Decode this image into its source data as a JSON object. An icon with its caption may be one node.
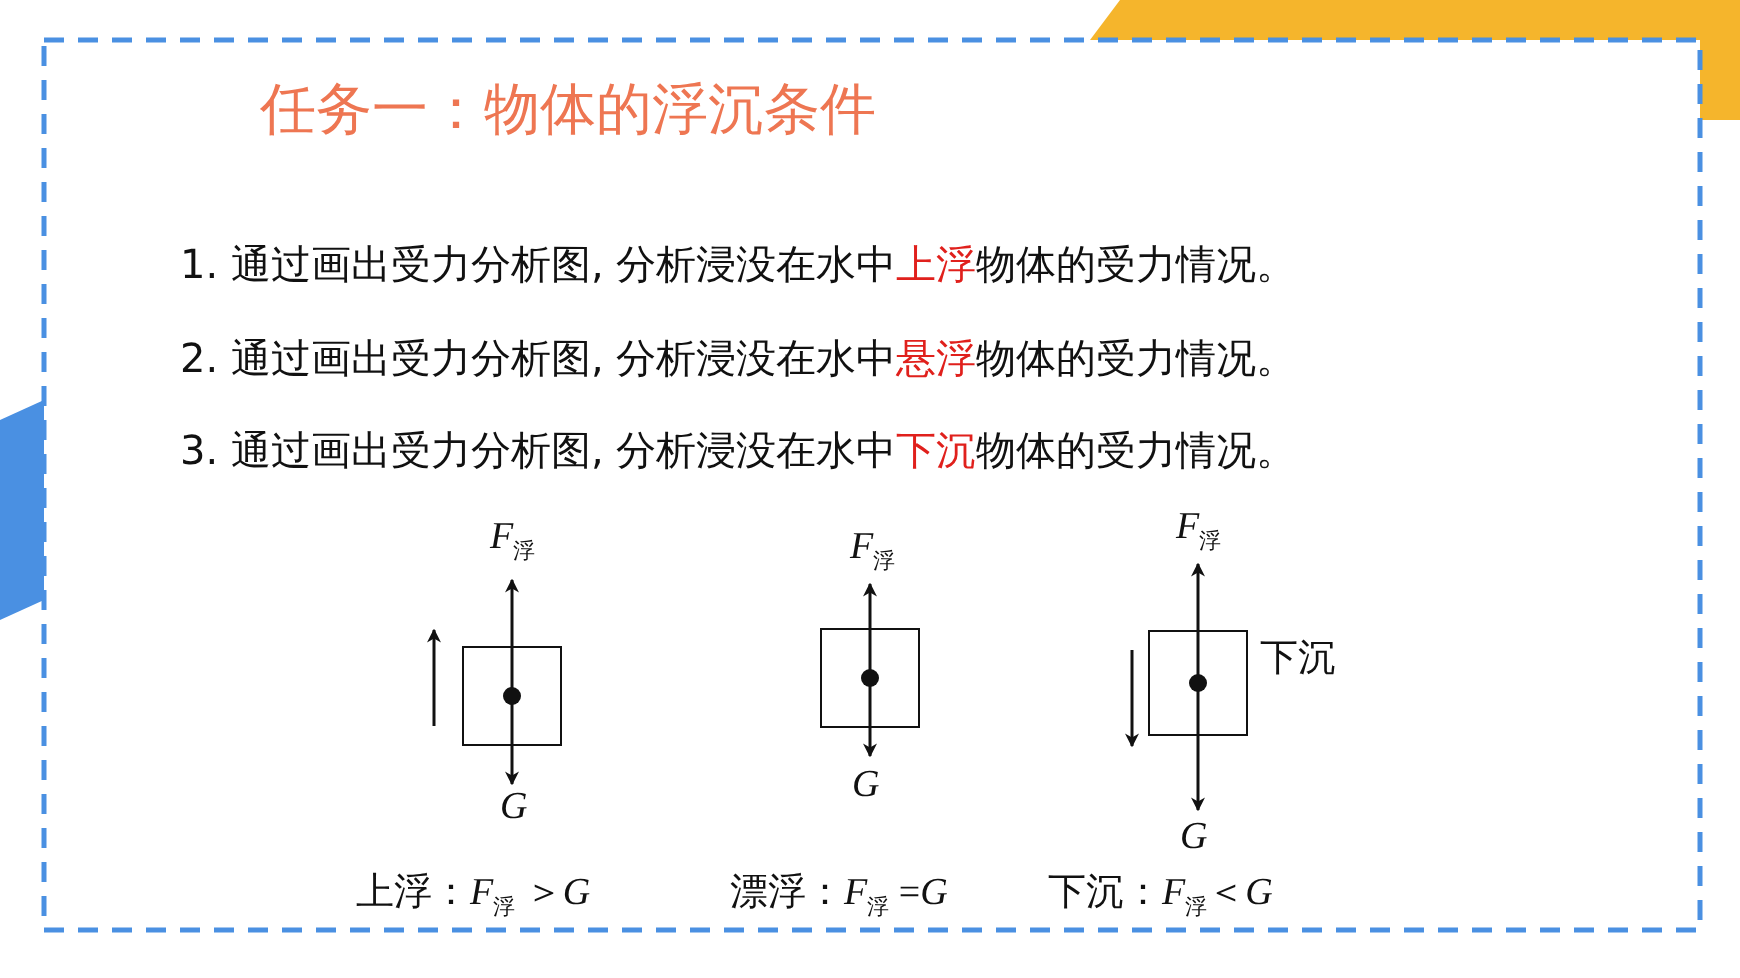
{
  "diagram": {
    "title": "任务一：物体的浮沉条件",
    "nodes": [
      {
        "text": [],
        "shape": "box"
      },
      {
        "text": [],
        "shape": "box"
      },
      {
        "text": [],
        "shape": "box",
        "beside": [
          "下沉"
        ]
      }
    ],
    "labels": [
      "1. 通过画出受力分析图, 分析浸没在水中**上浮**物体的受力情况。",
      "2. 通过画出受力分析图, 分析浸没在水中**悬浮**物体的受力情况。",
      "3. 通过画出受力分析图, 分析浸没在水中**下沉**物体的受力情况。",
      "*F*$_{浮}$",
      "*G*",
      "*F*$_{浮}$",
      "*G*",
      "*F*$_{浮}$",
      "*G*",
      "上浮：*F*$_{浮}$ ＞*G*",
      "漂浮：*F*$_{浮}$ =*G*",
      "下沉：*F*$_{浮}$＜*G*"
    ]
  }
}
